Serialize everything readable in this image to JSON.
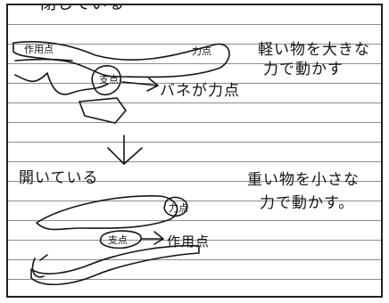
{
  "top": {
    "heading": "閉じている",
    "label_action": "作用点",
    "label_force": "力点",
    "label_fulcrum": "支点",
    "label_spring": "バネが力点",
    "note_line1": "軽い物を大きな",
    "note_line2": "力で動かす"
  },
  "bottom": {
    "heading": "開いている",
    "label_force": "力点",
    "label_fulcrum": "支点",
    "label_action": "作用点",
    "note_line1": "重い物を小さな",
    "note_line2": "力で動かす。"
  },
  "colors": {
    "ink": "#151515",
    "paper": "#ffffff",
    "rule": "#8c8c8c"
  }
}
